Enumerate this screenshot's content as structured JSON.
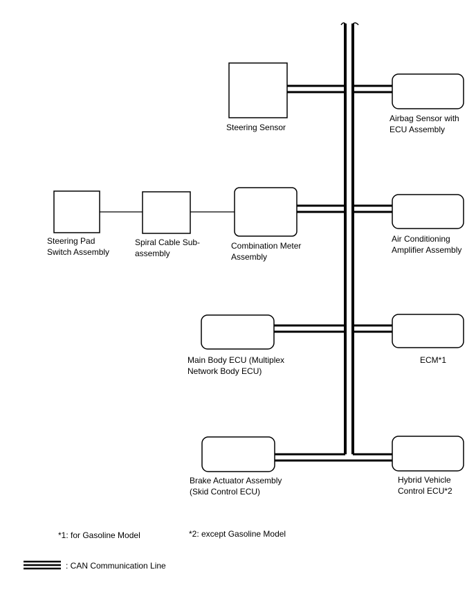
{
  "components": {
    "steering_sensor": [
      "Steering Sensor"
    ],
    "airbag_sensor": [
      "Airbag Sensor with",
      "ECU Assembly"
    ],
    "steering_pad": [
      "Steering Pad",
      "Switch Assembly"
    ],
    "spiral_cable": [
      "Spiral Cable Sub-",
      "assembly"
    ],
    "combination_meter": [
      "Combination Meter",
      "Assembly"
    ],
    "air_conditioning": [
      "Air Conditioning",
      "Amplifier Assembly"
    ],
    "main_body_ecu": [
      "Main Body ECU (Multiplex",
      "Network Body ECU)"
    ],
    "ecm": [
      "ECM*1"
    ],
    "brake_actuator": [
      "Brake Actuator Assembly",
      "(Skid Control ECU)"
    ],
    "hybrid_vehicle": [
      "Hybrid Vehicle",
      "Control ECU*2"
    ]
  },
  "notes": {
    "note1": "*1: for Gasoline Model",
    "note2": "*2: except Gasoline Model"
  },
  "legend": {
    "can_line": ": CAN Communication Line"
  }
}
